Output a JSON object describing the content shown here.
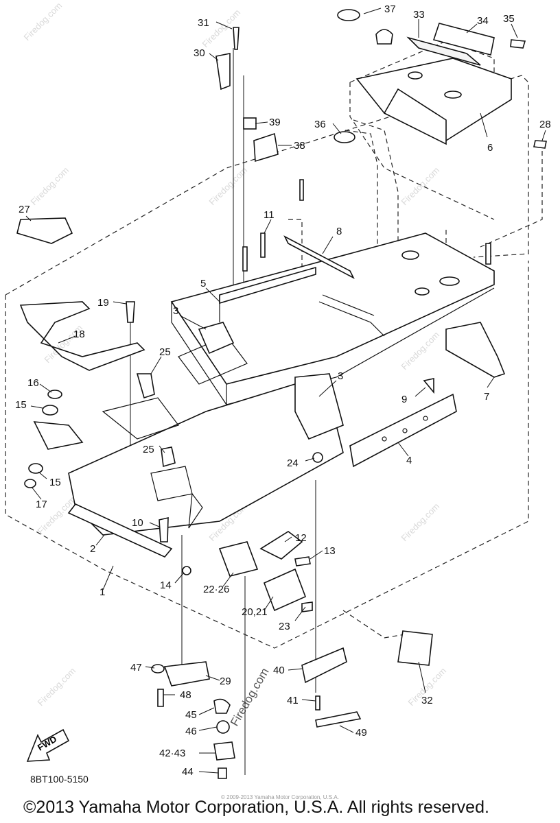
{
  "diagram": {
    "callouts": [
      "31",
      "30",
      "37",
      "33",
      "34",
      "35",
      "39",
      "38",
      "36",
      "6",
      "28",
      "27",
      "11",
      "8",
      "5",
      "19",
      "3",
      "18",
      "25",
      "16",
      "15",
      "9",
      "7",
      "3",
      "15",
      "17",
      "25",
      "24",
      "4",
      "10",
      "2",
      "12",
      "13",
      "14",
      "1",
      "22·26",
      "20,21",
      "23",
      "32",
      "47",
      "29",
      "40",
      "48",
      "41",
      "45",
      "46",
      "49",
      "42·43",
      "44"
    ],
    "watermark": "Firedog.com",
    "fwd_label": "FWD"
  },
  "doc_code": "8BT100-5150",
  "small_notice": "© 2009-2013 Yamaha Motor Corporation, U.S.A.",
  "copyright": "©2013 Yamaha Motor Corporation, U.S.A. All rights reserved."
}
